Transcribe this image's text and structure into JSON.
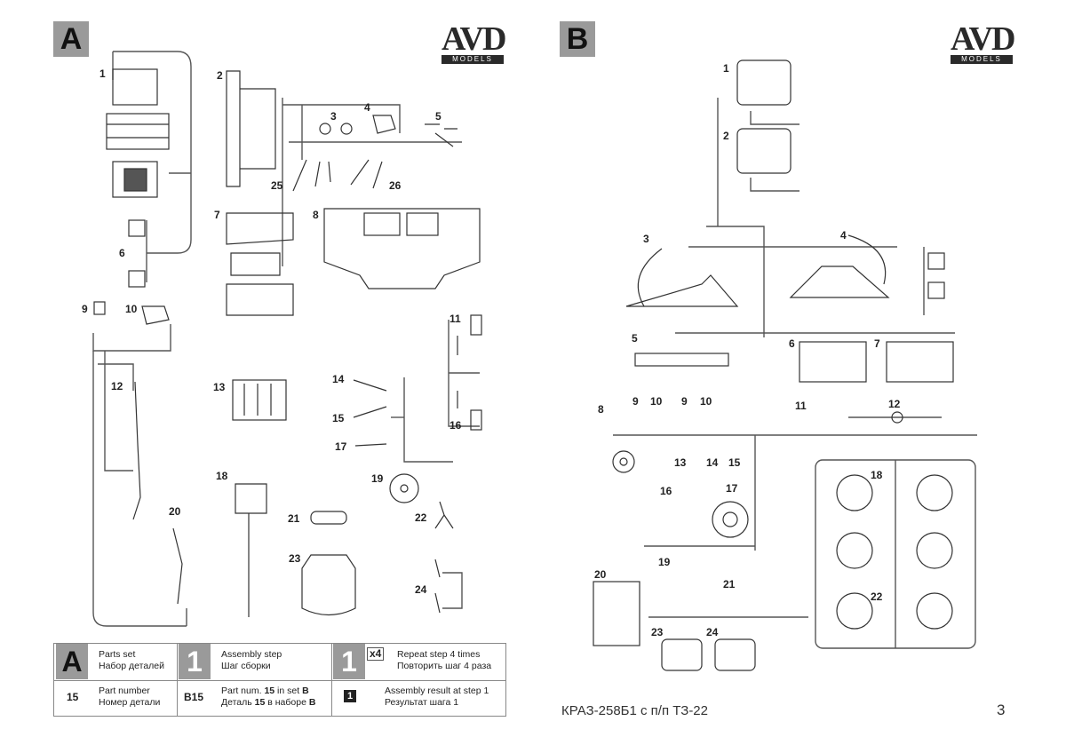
{
  "sheet_a": {
    "letter": "A",
    "logo": {
      "brand": "AVD",
      "sub": "MODELS"
    },
    "part_numbers": [
      "1",
      "2",
      "3",
      "4",
      "5",
      "25",
      "26",
      "7",
      "8",
      "6",
      "9",
      "10",
      "11",
      "12",
      "13",
      "14",
      "15",
      "16",
      "17",
      "18",
      "19",
      "20",
      "21",
      "22",
      "23",
      "24"
    ]
  },
  "sheet_b": {
    "letter": "B",
    "logo": {
      "brand": "AVD",
      "sub": "MODELS"
    },
    "part_numbers": [
      "1",
      "2",
      "3",
      "4",
      "5",
      "6",
      "7",
      "8",
      "9",
      "10",
      "9",
      "10",
      "11",
      "12",
      "13",
      "14",
      "15",
      "16",
      "17",
      "18",
      "19",
      "20",
      "21",
      "22",
      "23",
      "24"
    ]
  },
  "legend": {
    "parts_set": {
      "symbol": "A",
      "en": "Parts set",
      "ru": "Набор деталей"
    },
    "assembly_step": {
      "symbol": "1",
      "en": "Assembly step",
      "ru": "Шаг сборки"
    },
    "repeat_step": {
      "symbol": "1",
      "multiplier": "x4",
      "en": "Repeat step 4 times",
      "ru": "Повторить шаг 4 раза"
    },
    "part_number": {
      "symbol": "15",
      "en": "Part number",
      "ru": "Номер детали"
    },
    "part_in_set": {
      "symbol": "B15",
      "en_pre": "Part num. ",
      "en_num": "15",
      "en_mid": " in set ",
      "en_set": "B",
      "ru_pre": "Деталь ",
      "ru_num": "15",
      "ru_mid": " в наборе ",
      "ru_set": "B"
    },
    "assembly_result": {
      "symbol": "1",
      "en": "Assembly result at step 1",
      "ru": "Результат шага 1"
    }
  },
  "footer": {
    "title": "КРАЗ-258Б1 с п/п ТЗ-22",
    "page": "3"
  }
}
